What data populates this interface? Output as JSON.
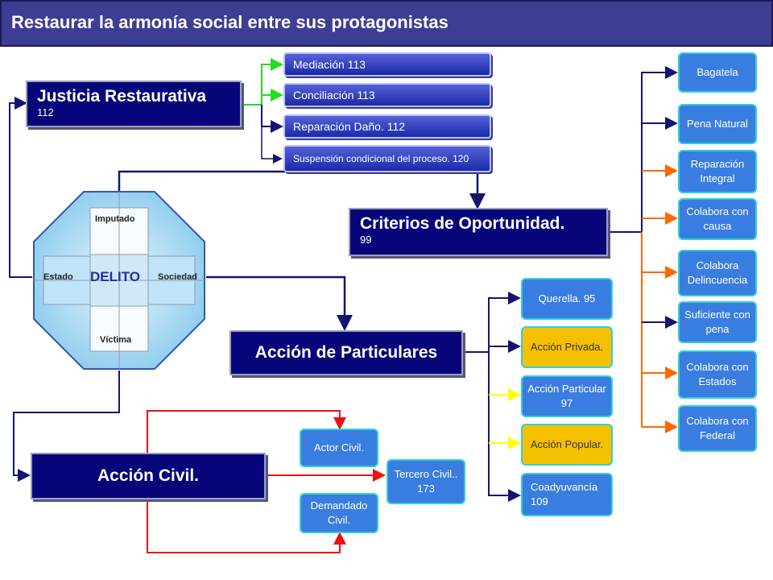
{
  "title": "Restaurar la armonía social entre sus protagonistas",
  "justicia": {
    "title": "Justicia Restaurativa",
    "ref": "112"
  },
  "justicia_items": [
    {
      "label": "Mediación   113"
    },
    {
      "label": "Conciliación  113"
    },
    {
      "label": "Reparación Daño. 112"
    },
    {
      "label": "Suspensión condicional del proceso. 120"
    }
  ],
  "criterios": {
    "title": "Criterios de Oportunidad.",
    "ref": "99"
  },
  "criterios_items": [
    {
      "label": "Bagatela"
    },
    {
      "label": "Pena Natural"
    },
    {
      "label": "Reparación Integral"
    },
    {
      "label": "Colabora con causa"
    },
    {
      "label": "Colabora Delincuencia"
    },
    {
      "label": "Suficiente con pena"
    },
    {
      "label": "Colabora con Estados"
    },
    {
      "label": "Colabora con Federal"
    }
  ],
  "delito": {
    "center": "DELITO",
    "top": "Imputado",
    "left": "Estado",
    "right": "Sociedad",
    "bottom": "Víctima"
  },
  "particulares": {
    "title": "Acción de Particulares"
  },
  "particulares_items": [
    {
      "label": "Querella. 95"
    },
    {
      "label": "Acción Privada."
    },
    {
      "label": "Acción Particular 97"
    },
    {
      "label": "Acción Popular."
    },
    {
      "label": "Coadyuvancía 109"
    }
  ],
  "civil": {
    "title": "Acción Civil."
  },
  "civil_items": [
    {
      "label": "Actor Civil."
    },
    {
      "label": "Tercero Civil.. 173"
    },
    {
      "label": "Demandado Civil."
    }
  ],
  "colors": {
    "title_bg": "#3d3d94",
    "dark_box": "#06067a",
    "blue_box": "#3a7de0",
    "yellow_box": "#f5c000",
    "green_line": "#22dd22",
    "orange_line": "#ff6600",
    "red_line": "#ee1111",
    "yellow_line": "#ffff00",
    "navy_line": "#141470"
  }
}
